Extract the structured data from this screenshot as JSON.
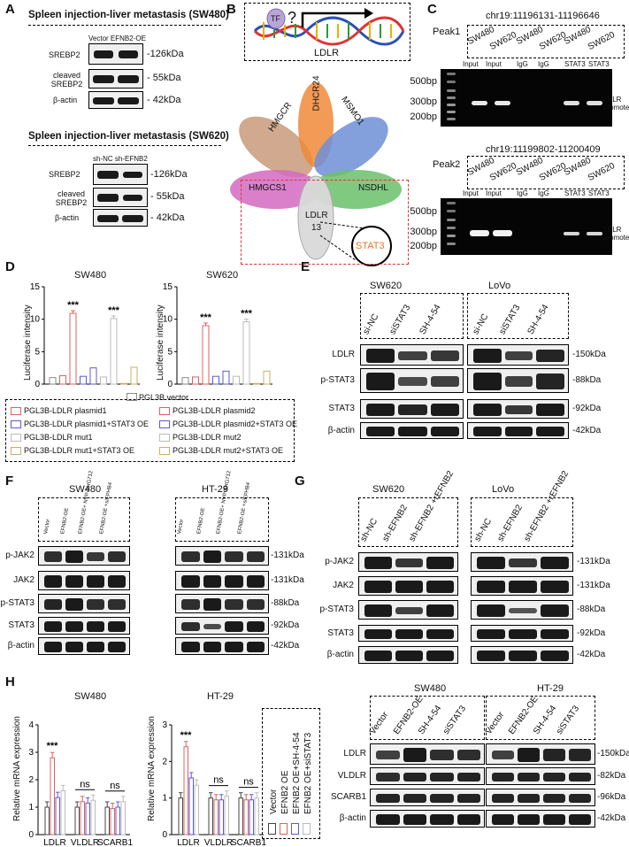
{
  "panels": {
    "A": "A",
    "B": "B",
    "C": "C",
    "D": "D",
    "E": "E",
    "F": "F",
    "G": "G",
    "H": "H"
  },
  "A": {
    "top_title": "Spleen injection-liver metastasis (SW480)",
    "top_lanes": "Vector EFNB2-OE",
    "bot_title": "Spleen injection-liver metastasis (SW620)",
    "bot_lanes": "sh-NC sh-EFNB2",
    "rows": [
      "SREBP2",
      "cleaved SREBP2",
      "β-actin"
    ],
    "sizes": [
      "-126kDa",
      "- 55kDa",
      "- 42kDa"
    ]
  },
  "B": {
    "tf": "TF",
    "q": "?",
    "ldlr": "LDLR",
    "petals": [
      "HMGCR",
      "DHCR24",
      "MSMO1",
      "HMGCS1",
      "NSDHL"
    ],
    "ldlr13": "LDLR",
    "num13": "13",
    "stat3": "STAT3"
  },
  "C": {
    "peak1_coord": "chr19:11196131-11196646",
    "peak1": "Peak1",
    "peak2_coord": "chr19:11199802-11200409",
    "peak2": "Peak2",
    "cells": [
      "SW480",
      "SW620",
      "SW480",
      "SW620",
      "SW480",
      "SW620"
    ],
    "lanes": [
      "Input",
      "Input",
      "IgG",
      "IgG",
      "STAT3",
      "STAT3"
    ],
    "markers": [
      "500bp",
      "300bp",
      "200bp"
    ],
    "promoter": "LDLR promoter"
  },
  "D": {
    "ylabel": "Luciferase intensity",
    "sw480": "SW480",
    "sw620": "SW620",
    "stars": "***",
    "legend_top": "PGL3B vector",
    "legend": [
      "PGL3B-LDLR plasmid1",
      "PGL3B-LDLR plasmid2",
      "PGL3B-LDLR plasmid1+STAT3 OE",
      "PGL3B-LDLR plasmid2+STAT3 OE",
      "PGL3B-LDLR mut1",
      "PGL3B-LDLR mut2",
      "PGL3B-LDLR mut1+STAT3 OE",
      "PGL3B-LDLR mut2+STAT3 OE"
    ],
    "colors": [
      "#888888",
      "#e06060",
      "#e06060",
      "#5b5bd6",
      "#5b5bd6",
      "#bbbbbb",
      "#bbbbbb",
      "#c8b060",
      "#c8b060"
    ]
  },
  "chart_data": [
    {
      "type": "bar",
      "title": "SW480",
      "ylabel": "Luciferase intensity",
      "ylim": [
        0,
        15
      ],
      "series_values": [
        1.0,
        1.3,
        10.9,
        1.2,
        2.5,
        1.1,
        10.1,
        0.1,
        2.6
      ]
    },
    {
      "type": "bar",
      "title": "SW620",
      "ylabel": "Luciferase intensity",
      "ylim": [
        0,
        15
      ],
      "series_values": [
        1.0,
        1.1,
        9.0,
        1.2,
        2.0,
        1.2,
        9.6,
        0.1,
        2.0
      ]
    },
    {
      "type": "bar",
      "title": "SW480",
      "ylabel": "Relative mRNA expression",
      "categories": [
        "LDLR",
        "VLDLR",
        "SCARB1"
      ],
      "ylim": [
        0,
        4
      ],
      "series": [
        {
          "name": "Vector",
          "values": [
            1.0,
            1.0,
            1.0
          ]
        },
        {
          "name": "EFNB2 OE",
          "values": [
            2.8,
            1.2,
            0.95
          ]
        },
        {
          "name": "EFNB2 OE+SH-4-54",
          "values": [
            1.35,
            1.15,
            1.0
          ]
        },
        {
          "name": "EFNB2 OE+siSTAT3",
          "values": [
            1.6,
            1.25,
            1.2
          ]
        }
      ]
    },
    {
      "type": "bar",
      "title": "HT-29",
      "ylabel": "Relative mRNA expression",
      "categories": [
        "LDLR",
        "VLDLR",
        "SCARB1"
      ],
      "ylim": [
        0,
        3
      ],
      "series": [
        {
          "name": "Vector",
          "values": [
            1.0,
            1.0,
            1.0
          ]
        },
        {
          "name": "EFNB2 OE",
          "values": [
            2.4,
            0.95,
            0.95
          ]
        },
        {
          "name": "EFNB2 OE+SH-4-54",
          "values": [
            1.55,
            0.95,
            0.95
          ]
        },
        {
          "name": "EFNB2 OE+siSTAT3",
          "values": [
            1.35,
            1.05,
            1.0
          ]
        }
      ]
    }
  ],
  "E": {
    "sw620": "SW620",
    "lovo": "LoVo",
    "lanes": [
      "si-NC",
      "siSTAT3",
      "SH-4-54"
    ],
    "rows": [
      "LDLR",
      "p-STAT3",
      "STAT3",
      "β-actin"
    ],
    "sizes": [
      "-150kDa",
      "-88kDa",
      "-92kDa",
      "-42kDa"
    ]
  },
  "F": {
    "sw480": "SW480",
    "ht29": "HT-29",
    "lanes": [
      "Vector",
      "EFNB2-OE",
      "EFNB2-OE+ NVP-BHG712",
      "EFNB2-OE +siEPHB4"
    ],
    "rows": [
      "p-JAK2",
      "JAK2",
      "p-STAT3",
      "STAT3",
      "β-actin"
    ],
    "sizes": [
      "-131kDa",
      "-131kDa",
      "-88kDa",
      "-92kDa",
      "-42kDa"
    ]
  },
  "G": {
    "sw620": "SW620",
    "lovo": "LoVo",
    "lanes": [
      "sh-NC",
      "sh-EFNB2",
      "sh-EFNB2 +rEFNB2"
    ],
    "rows": [
      "p-JAK2",
      "JAK2",
      "p-STAT3",
      "STAT3",
      "β-actin"
    ],
    "sizes": [
      "-131kDa",
      "-131kDa",
      "-88kDa",
      "-92kDa",
      "-42kDa"
    ]
  },
  "H": {
    "sw480": "SW480",
    "ht29": "HT-29",
    "ylabel": "Relative mRNA expression",
    "stars": "***",
    "ns": "ns",
    "genes": [
      "LDLR",
      "VLDLR",
      "SCARB1"
    ],
    "legend": [
      "Vector",
      "EFNB2 OE",
      "EFNB2 OE+SH-4-54",
      "EFNB2 OE+siSTAT3"
    ],
    "colors": [
      "#444444",
      "#e06060",
      "#5b5bd6",
      "#bbbbbb"
    ],
    "blot_lanes": [
      "Vector",
      "EFNB2-OE",
      "SH-4-54",
      "siSTAT3"
    ],
    "rows": [
      "LDLR",
      "VLDLR",
      "SCARB1",
      "β-actin"
    ],
    "sizes": [
      "-150kDa",
      "-82kDa",
      "-96kDa",
      "-42kDa"
    ]
  }
}
